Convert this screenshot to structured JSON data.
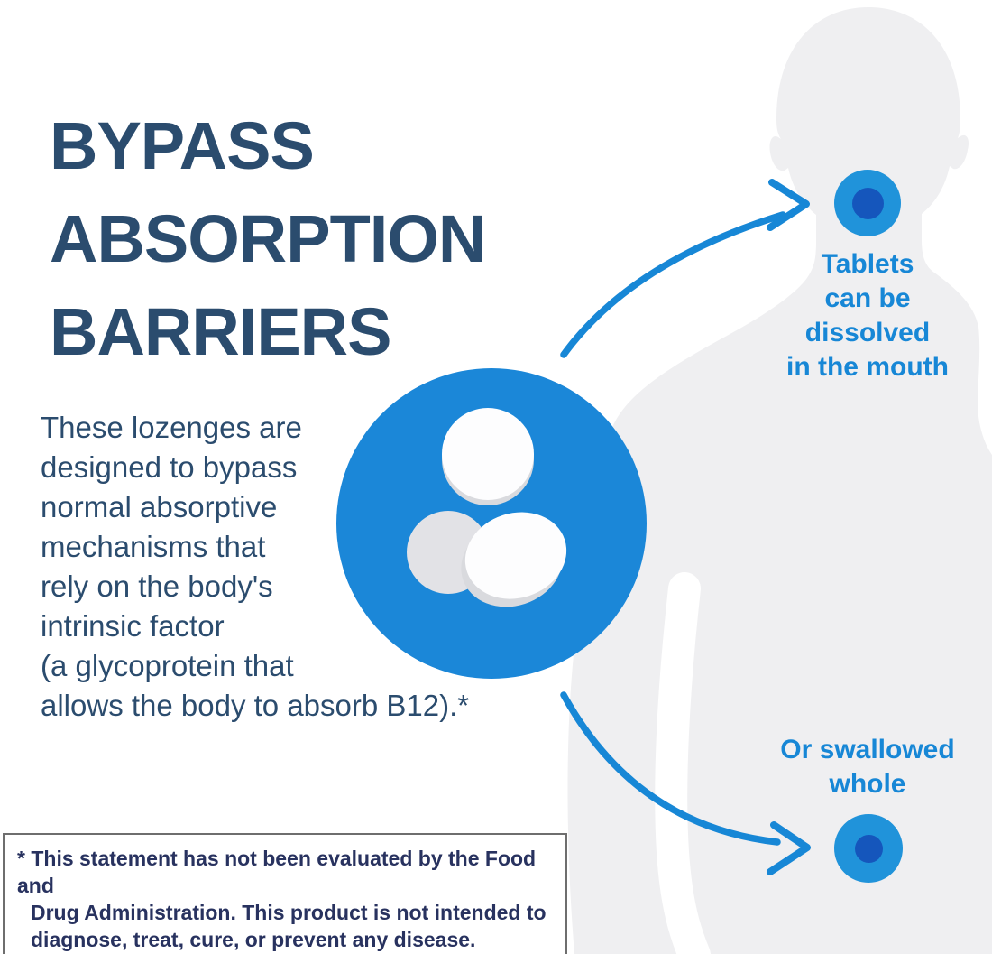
{
  "title": {
    "lines": [
      "BYPASS",
      "ABSORPTION",
      "BARRIERS"
    ]
  },
  "description": {
    "lines": [
      "These lozenges are",
      "designed to bypass",
      "normal absorptive",
      "mechanisms that",
      "rely on the body's",
      "intrinsic factor",
      "(a glycoprotein that",
      "allows the body to absorb B12).*"
    ]
  },
  "mouth_label": {
    "lines": [
      "Tablets",
      "can be",
      "dissolved",
      "in the mouth"
    ]
  },
  "swallow_label": {
    "lines": [
      "Or swallowed",
      "whole"
    ]
  },
  "footnote": {
    "lines": [
      "* This statement has not been evaluated by the Food and",
      "Drug Administration. This product is not intended to",
      "diagnose, treat, cure, or prevent any disease."
    ]
  },
  "icons": {
    "lozenge_circle": "circle-with-three-tablets",
    "tablets": [
      "tablet-top-white",
      "tablet-left-gray",
      "tablet-right-white"
    ],
    "silhouette": "human-bust-silhouette",
    "arrows": [
      "arrow-to-mouth",
      "arrow-to-stomach"
    ],
    "dots": [
      "mouth-target-dot",
      "stomach-target-dot"
    ]
  },
  "colors": {
    "heading_navy": "#2b4c6e",
    "body_navy": "#2b4c6e",
    "footnote_navy": "#28325f",
    "brand_blue": "#1787d6",
    "circle_blue": "#1b87d8",
    "dot_outer": "#2093da",
    "dot_inner": "#1556bc",
    "silhouette_gray": "#efeff1",
    "tablet_gray": "#e2e2e6",
    "tablet_rim": "#d9dade",
    "box_border": "#6e6e6e"
  }
}
